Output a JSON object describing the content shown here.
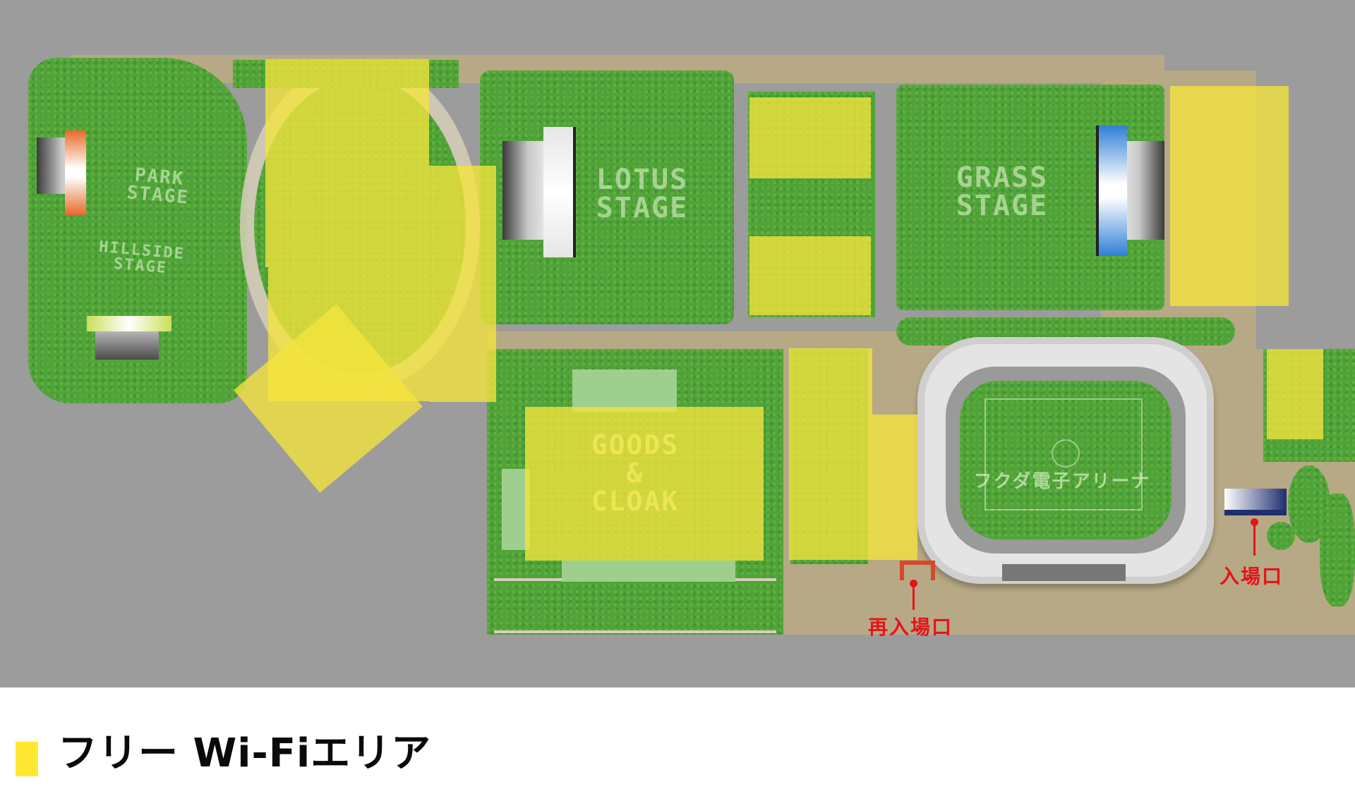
{
  "map": {
    "background_color": "#9c9c9c",
    "stages": [
      {
        "label": "PARK STAGE",
        "line1": "PARK",
        "line2": "STAGE",
        "speaker_color": "#e8692a"
      },
      {
        "label": "HILLSIDE STAGE",
        "line1": "HILLSIDE",
        "line2": "STAGE",
        "speaker_color": "#c8e05a"
      },
      {
        "label": "LOTUS STAGE",
        "line1": "LOTUS",
        "line2": "STAGE",
        "speaker_color": "#d0d0d0"
      },
      {
        "label": "GRASS STAGE",
        "line1": "GRASS",
        "line2": "STAGE",
        "speaker_color": "#2f7fd6"
      }
    ],
    "areas": [
      {
        "label": "GOODS & CLOAK",
        "line1": "GOODS",
        "line2": "&",
        "line3": "CLOAK"
      }
    ],
    "arena": {
      "label": "フクダ電子アリーナ"
    },
    "entrances": [
      {
        "label": "再入場口",
        "color": "#e5141b",
        "gate_color": "#d9472b"
      },
      {
        "label": "入場口",
        "color": "#e5141b",
        "gate_color": "#1f2f6e"
      }
    ],
    "colors": {
      "grass": "#4fa33a",
      "path": "#d7cfb8",
      "ground": "#b7a985",
      "wifi_overlay": "#f5e43c",
      "entrance_red": "#e5141b"
    }
  },
  "legend": {
    "items": [
      {
        "label": "フリー Wi-Fiエリア",
        "swatch_color": "#ffe733",
        "icon": "yellow-square-icon"
      }
    ]
  }
}
